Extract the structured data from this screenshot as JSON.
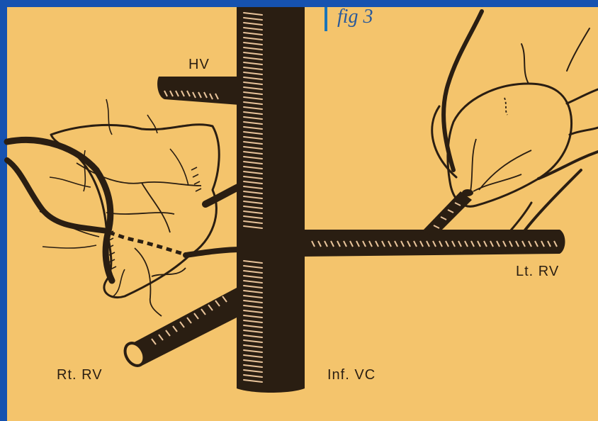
{
  "figure": {
    "label": "fig 3"
  },
  "labels": {
    "hv": "HV",
    "lt_rv": "Lt. RV",
    "rt_rv": "Rt. RV",
    "inf_vc": "Inf. VC"
  },
  "colors": {
    "background": "#f4c46c",
    "frame": "#1652b0",
    "vessel": "#2a1e12",
    "hatch": "#e8c39a",
    "accent": "#1a74b8"
  }
}
